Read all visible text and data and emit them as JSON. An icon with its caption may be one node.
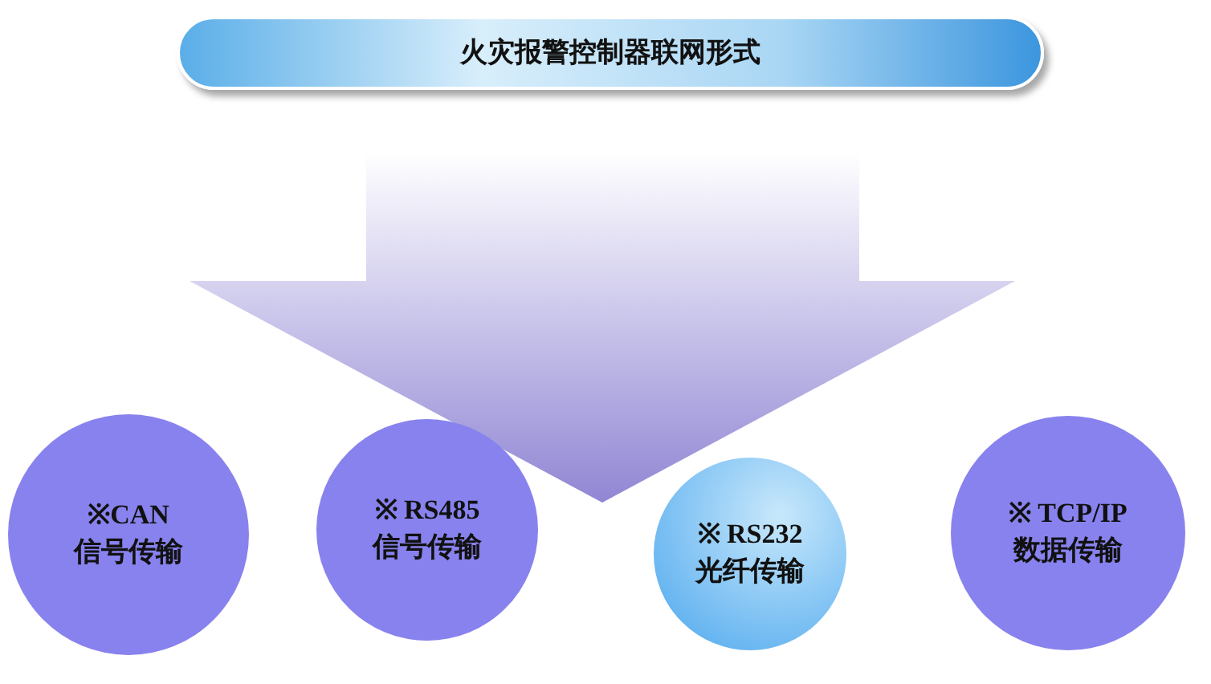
{
  "diagram": {
    "nodes": [
      {
        "text": [
          "火灾报警控制器联网形式"
        ]
      },
      {
        "text": [
          "※CAN",
          "信号传输"
        ]
      },
      {
        "text": [
          "※ RS485",
          "信号传输"
        ]
      },
      {
        "text": [
          "※ RS232",
          "光纤传输"
        ]
      },
      {
        "text": [
          "※ TCP/IP",
          "数据传输"
        ]
      }
    ]
  }
}
